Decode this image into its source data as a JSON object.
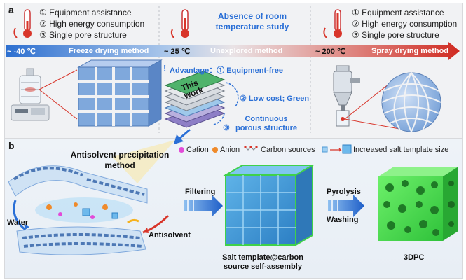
{
  "panel_a": {
    "label": "a",
    "left_items": [
      "① Equipment assistance",
      "② High energy consumption",
      "③ Single pore structure"
    ],
    "middle_title": "Absence of room temperature study",
    "right_items": [
      "① Equipment assistance",
      "② High energy consumption",
      "③ Single pore structure"
    ],
    "band": {
      "left_temp": "~ -40 ℃",
      "left_method": "Freeze drying method",
      "mid_temp": "~ 25 ℃",
      "mid_method": "Unexplored method",
      "right_temp": "~ 200 ℃",
      "right_method": "Spray drying method"
    },
    "advantage": {
      "title": "Advantage：① Equipment-free",
      "item2": "② Low cost; Green",
      "item3_num": "③",
      "item3_text": "Continuous porous structure"
    },
    "this_work": "This work"
  },
  "panel_b": {
    "label": "b",
    "legend": {
      "cation": "Cation",
      "anion": "Anion",
      "carbon": "Carbon sources",
      "increased": "Increased salt template size"
    },
    "antisolvent_method": "Antisolvent precipitation method",
    "water": "Water",
    "antisolvent": "Antisolvent",
    "filtering": "Filtering",
    "salt_template": "Salt template@carbon source self-assembly",
    "pyrolysis": "Pyrolysis",
    "washing": "Washing",
    "product": "3DPC"
  },
  "colors": {
    "blue": "#2a6fd6",
    "red": "#d8352a",
    "green": "#3fd14a",
    "panel_bg": "#f1f2f4"
  }
}
